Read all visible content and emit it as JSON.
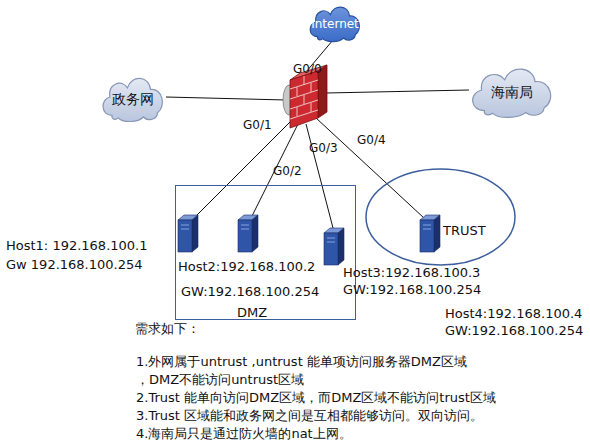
{
  "diagram": {
    "nodes": [
      {
        "text": [
          "Internet"
        ]
      },
      {
        "text": [
          "政务网"
        ]
      },
      {
        "text": [
          "海南局"
        ]
      },
      {
        "text": [
          "DMZ"
        ]
      },
      {
        "text": [
          "Host1: 192.168.100.1",
          "Gw 192.168.100.254"
        ],
        "in": 3
      },
      {
        "text": [
          "Host2:192.168.100.2",
          "GW:192.168.100.254"
        ],
        "in": 3
      },
      {
        "text": [
          "Host3:192.168.100.3",
          "GW:192.168.100.254"
        ],
        "in": 3
      },
      {
        "text": [
          "TRUST"
        ]
      },
      {
        "text": [
          "Host4:192.168.100.4",
          "GW:192.168.100.254"
        ],
        "in": 7
      }
    ],
    "labels": [
      "G0/0",
      "G0/1",
      "G0/2",
      "G0/3",
      "G0/4",
      "需求如下：",
      "1.外网属于untrust ,untrust 能单项访问服务器DMZ区域",
      "，DMZ不能访问untrust区域",
      "2.Trust 能单向访问DMZ区域，而DMZ区域不能访问trust区域",
      "3.Trust 区域能和政务网之间是互相都能够访问。双向访问。",
      "4.海南局只是通过防火墙的nat上网。"
    ]
  }
}
